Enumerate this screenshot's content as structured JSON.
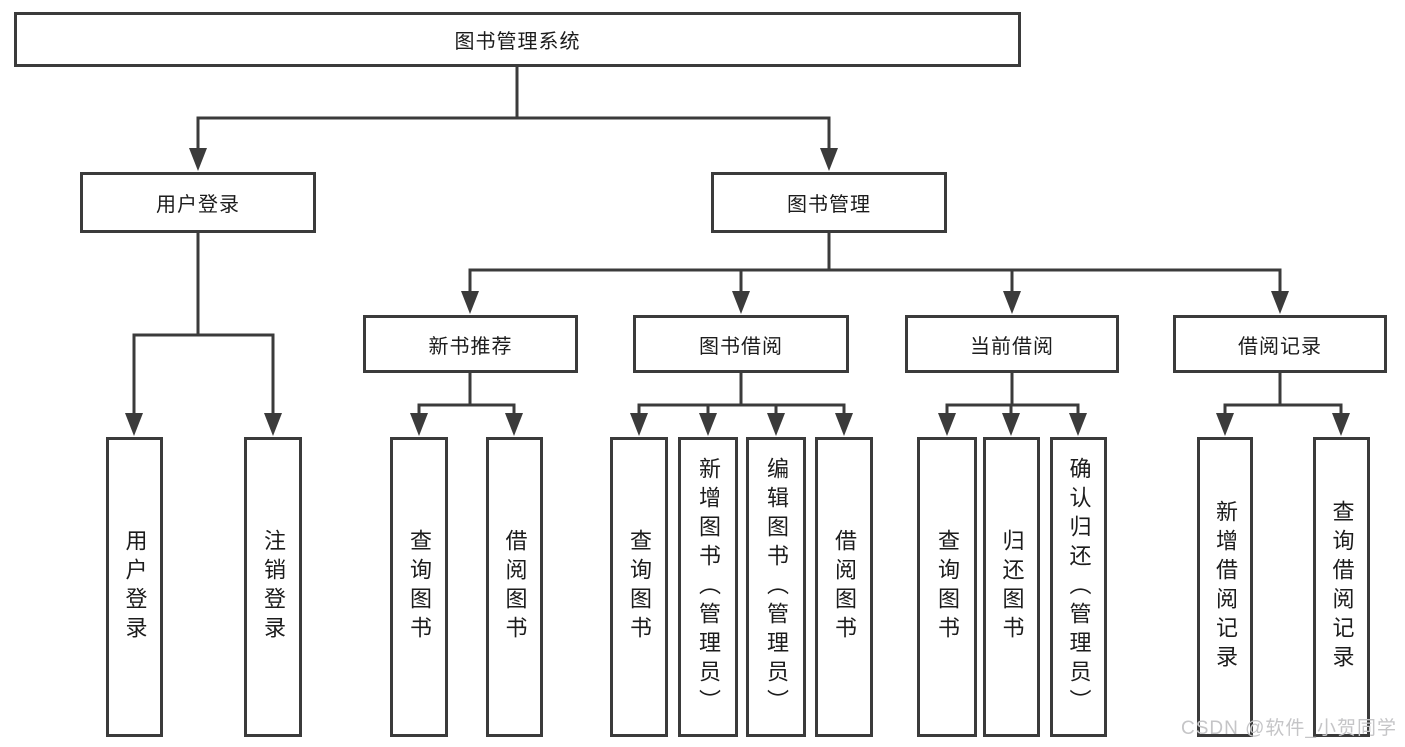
{
  "colors": {
    "ink": "#1c1c1c",
    "line": "#3b3b3b",
    "watermark": "#c5c5c7",
    "bg": "#ffffff"
  },
  "diagram": {
    "title": "图书管理系统",
    "root": "图书管理系统",
    "branches": [
      {
        "label": "用户登录",
        "children": [
          "用户登录",
          "注销登录"
        ]
      },
      {
        "label": "图书管理",
        "children": [
          {
            "label": "新书推荐",
            "children": [
              "查询图书",
              "借阅图书"
            ]
          },
          {
            "label": "图书借阅",
            "children": [
              "查询图书",
              "新增图书（管理员）",
              "编辑图书（管理员）",
              "借阅图书"
            ]
          },
          {
            "label": "当前借阅",
            "children": [
              "查询图书",
              "归还图书",
              "确认归还（管理员）"
            ]
          },
          {
            "label": "借阅记录",
            "children": [
              "新增借阅记录",
              "查询借阅记录"
            ]
          }
        ]
      }
    ]
  },
  "watermark": "CSDN @软件_小贺同学"
}
